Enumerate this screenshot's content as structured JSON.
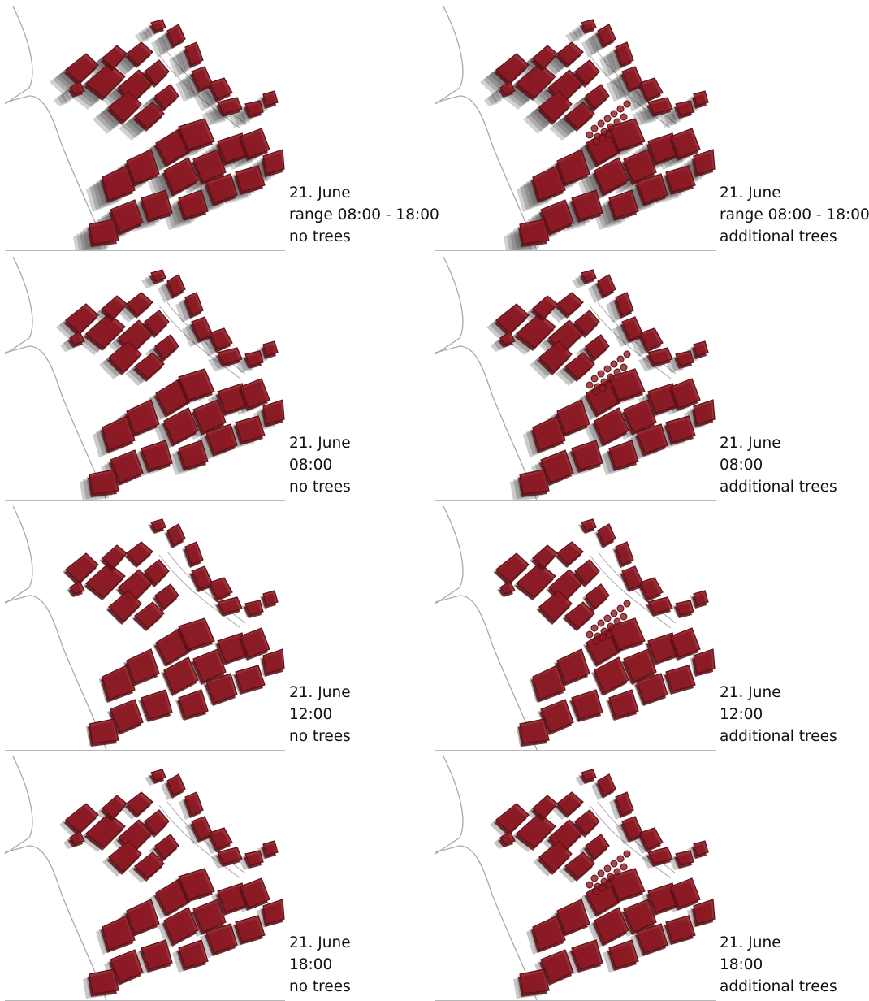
{
  "panels": [
    {
      "id": "range-no-trees",
      "caption": [
        "21. June",
        "range 08:00 - 18:00",
        "no trees"
      ],
      "shadow": 1.0,
      "trees": false
    },
    {
      "id": "range-additional-trees",
      "caption": [
        "21. June",
        "range 08:00 - 18:00",
        "additional trees"
      ],
      "shadow": 1.0,
      "trees": true
    },
    {
      "id": "0800-no-trees",
      "caption": [
        "21. June",
        "08:00",
        "no trees"
      ],
      "shadow": 0.55,
      "trees": false
    },
    {
      "id": "0800-additional-trees",
      "caption": [
        "21. June",
        "08:00",
        "additional trees"
      ],
      "shadow": 0.55,
      "trees": true
    },
    {
      "id": "1200-no-trees",
      "caption": [
        "21. June",
        "12:00",
        "no trees"
      ],
      "shadow": 0.12,
      "trees": false
    },
    {
      "id": "1200-additional-trees",
      "caption": [
        "21. June",
        "12:00",
        "additional trees"
      ],
      "shadow": 0.12,
      "trees": true
    },
    {
      "id": "1800-no-trees",
      "caption": [
        "21. June",
        "18:00",
        "no trees"
      ],
      "shadow": 0.3,
      "trees": false
    },
    {
      "id": "1800-additional-trees",
      "caption": [
        "21. June",
        "18:00",
        "additional trees"
      ],
      "shadow": 0.3,
      "trees": true
    }
  ],
  "colors": {
    "building": "#8f1a24",
    "building_dark": "#5a1117",
    "shadow": "#2e2a2b",
    "road": "#a9a9a9"
  }
}
